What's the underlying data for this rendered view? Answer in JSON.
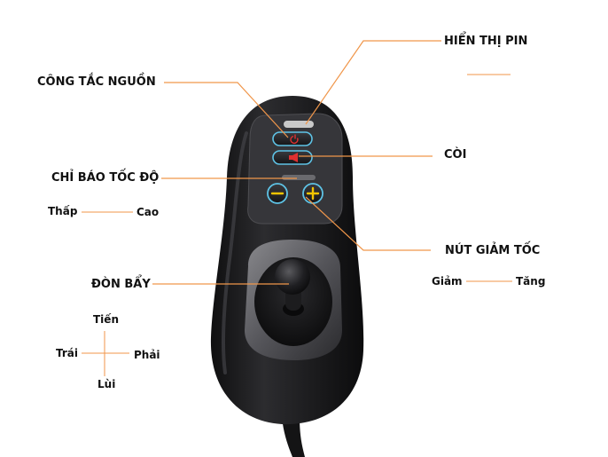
{
  "labels": {
    "battery": "HIỂN THỊ PIN",
    "power": "CÔNG TẮC NGUỒN",
    "horn": "CÒI",
    "speed_indicator": "CHỈ BÁO TỐC ĐỘ",
    "speed_low": "Thấp",
    "speed_high": "Cao",
    "speed_button": "NÚT GIẢM TỐC",
    "decrease": "Giảm",
    "increase": "Tăng",
    "joystick": "ĐÒN BẨY",
    "forward": "Tiến",
    "left": "Trái",
    "right": "Phải",
    "backward": "Lùi"
  },
  "buttons": {
    "minus": "−",
    "plus": "+"
  },
  "colors": {
    "leader_line": "#f0964a",
    "button_outline": "#5ec3e6",
    "plus_icon": "#f2c400",
    "power_icon": "#e03030",
    "battery_led": "#c9c9c9",
    "body_dark": "#1b1b1d"
  }
}
